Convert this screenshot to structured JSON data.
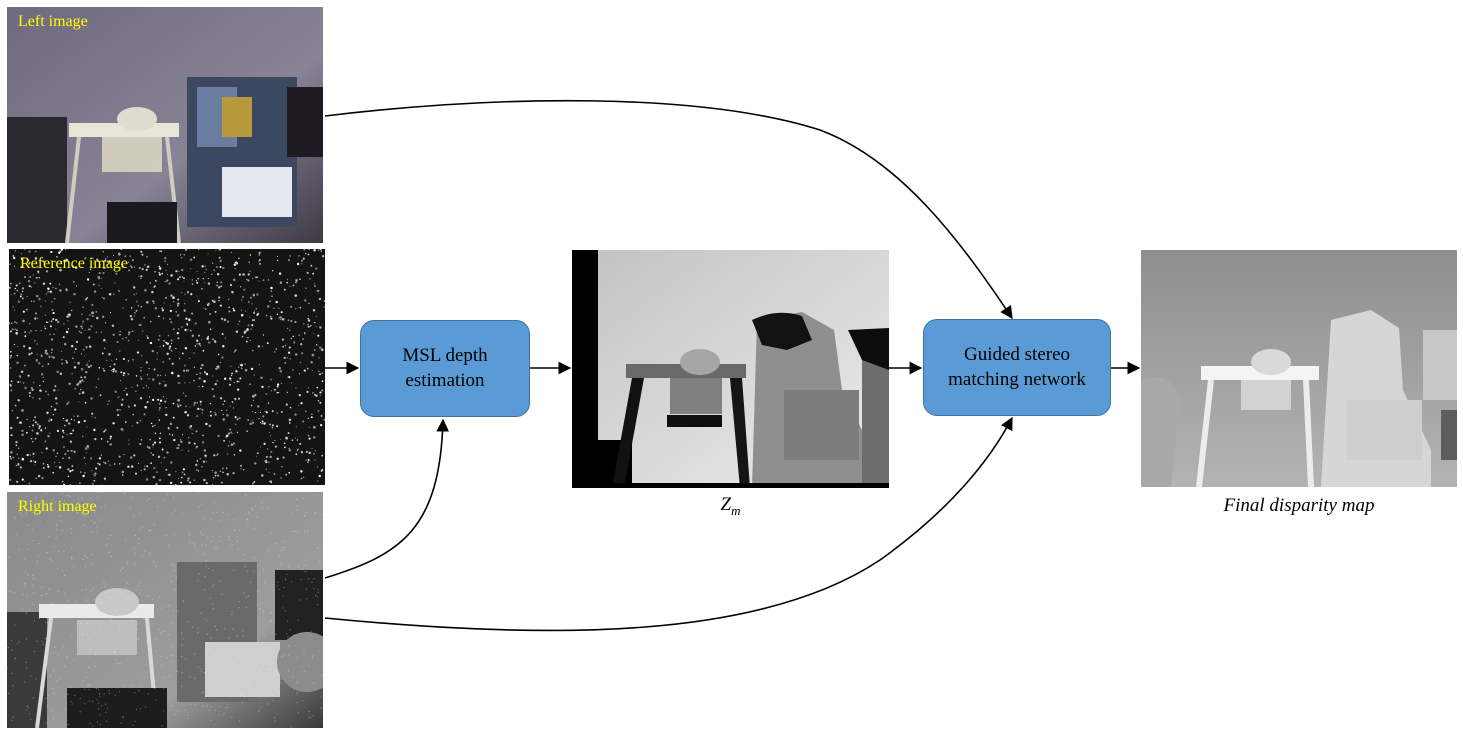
{
  "inputs": {
    "left_image_label": "Left image",
    "reference_image_label": "Reference image",
    "right_image_label": "Right image",
    "label_color": "#ffff00"
  },
  "blocks": {
    "msl": {
      "line1": "MSL depth",
      "line2": "estimation"
    },
    "guided": {
      "line1": "Guided stereo",
      "line2": "matching network"
    },
    "fill_color": "#5b9bd5"
  },
  "outputs": {
    "zm_symbol": "Z",
    "zm_subscript": "m",
    "final_caption": "Final disparity map"
  }
}
